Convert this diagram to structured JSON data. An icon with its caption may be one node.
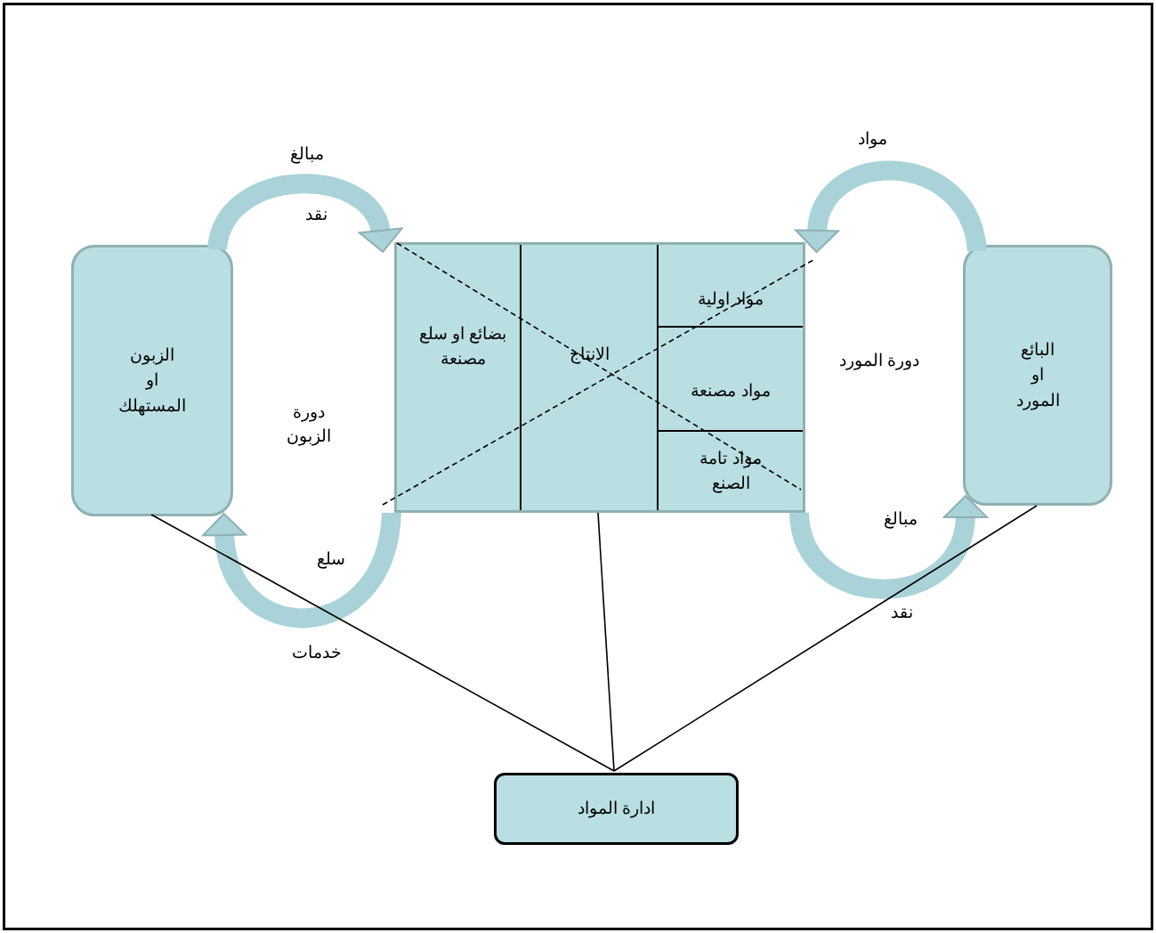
{
  "diagram": {
    "nodes": [
      {
        "text": [
          "الزبون او المستهلك"
        ]
      },
      {
        "text": [],
        "shape": "box"
      },
      {
        "text": [
          "بضائع او سلع مصنعة"
        ],
        "in": 1
      },
      {
        "text": [
          "الانتاج"
        ],
        "in": 1
      },
      {
        "text": [
          "مواد اولية"
        ],
        "in": 1
      },
      {
        "text": [
          "مواد مصنعة"
        ],
        "in": 1
      },
      {
        "text": [
          "مواد تامة الصنع"
        ],
        "in": 1
      },
      {
        "text": [
          "البائع او المورد"
        ]
      },
      {
        "text": [
          "ادارة المواد"
        ]
      }
    ],
    "edges": [
      {
        "from": 0,
        "to": 1,
        "arrow": "to",
        "label": "مبالغ"
      },
      {
        "from": 7,
        "to": 1,
        "arrow": "to",
        "label": "مواد"
      },
      {
        "from": 1,
        "to": 0,
        "arrow": "to",
        "label": "سلع"
      },
      {
        "from": 1,
        "to": 7,
        "arrow": "to",
        "label": "مبالغ"
      },
      {
        "from": 0,
        "to": 8,
        "arrow": "none",
        "color": "#000000"
      },
      {
        "from": 1,
        "to": 8,
        "arrow": "none",
        "color": "#000000"
      },
      {
        "from": 7,
        "to": 8,
        "arrow": "none",
        "color": "#000000"
      }
    ],
    "labels": [
      "نقد",
      "دورة المورد",
      "دورة الزبون",
      "خدمات",
      "نقد"
    ]
  }
}
